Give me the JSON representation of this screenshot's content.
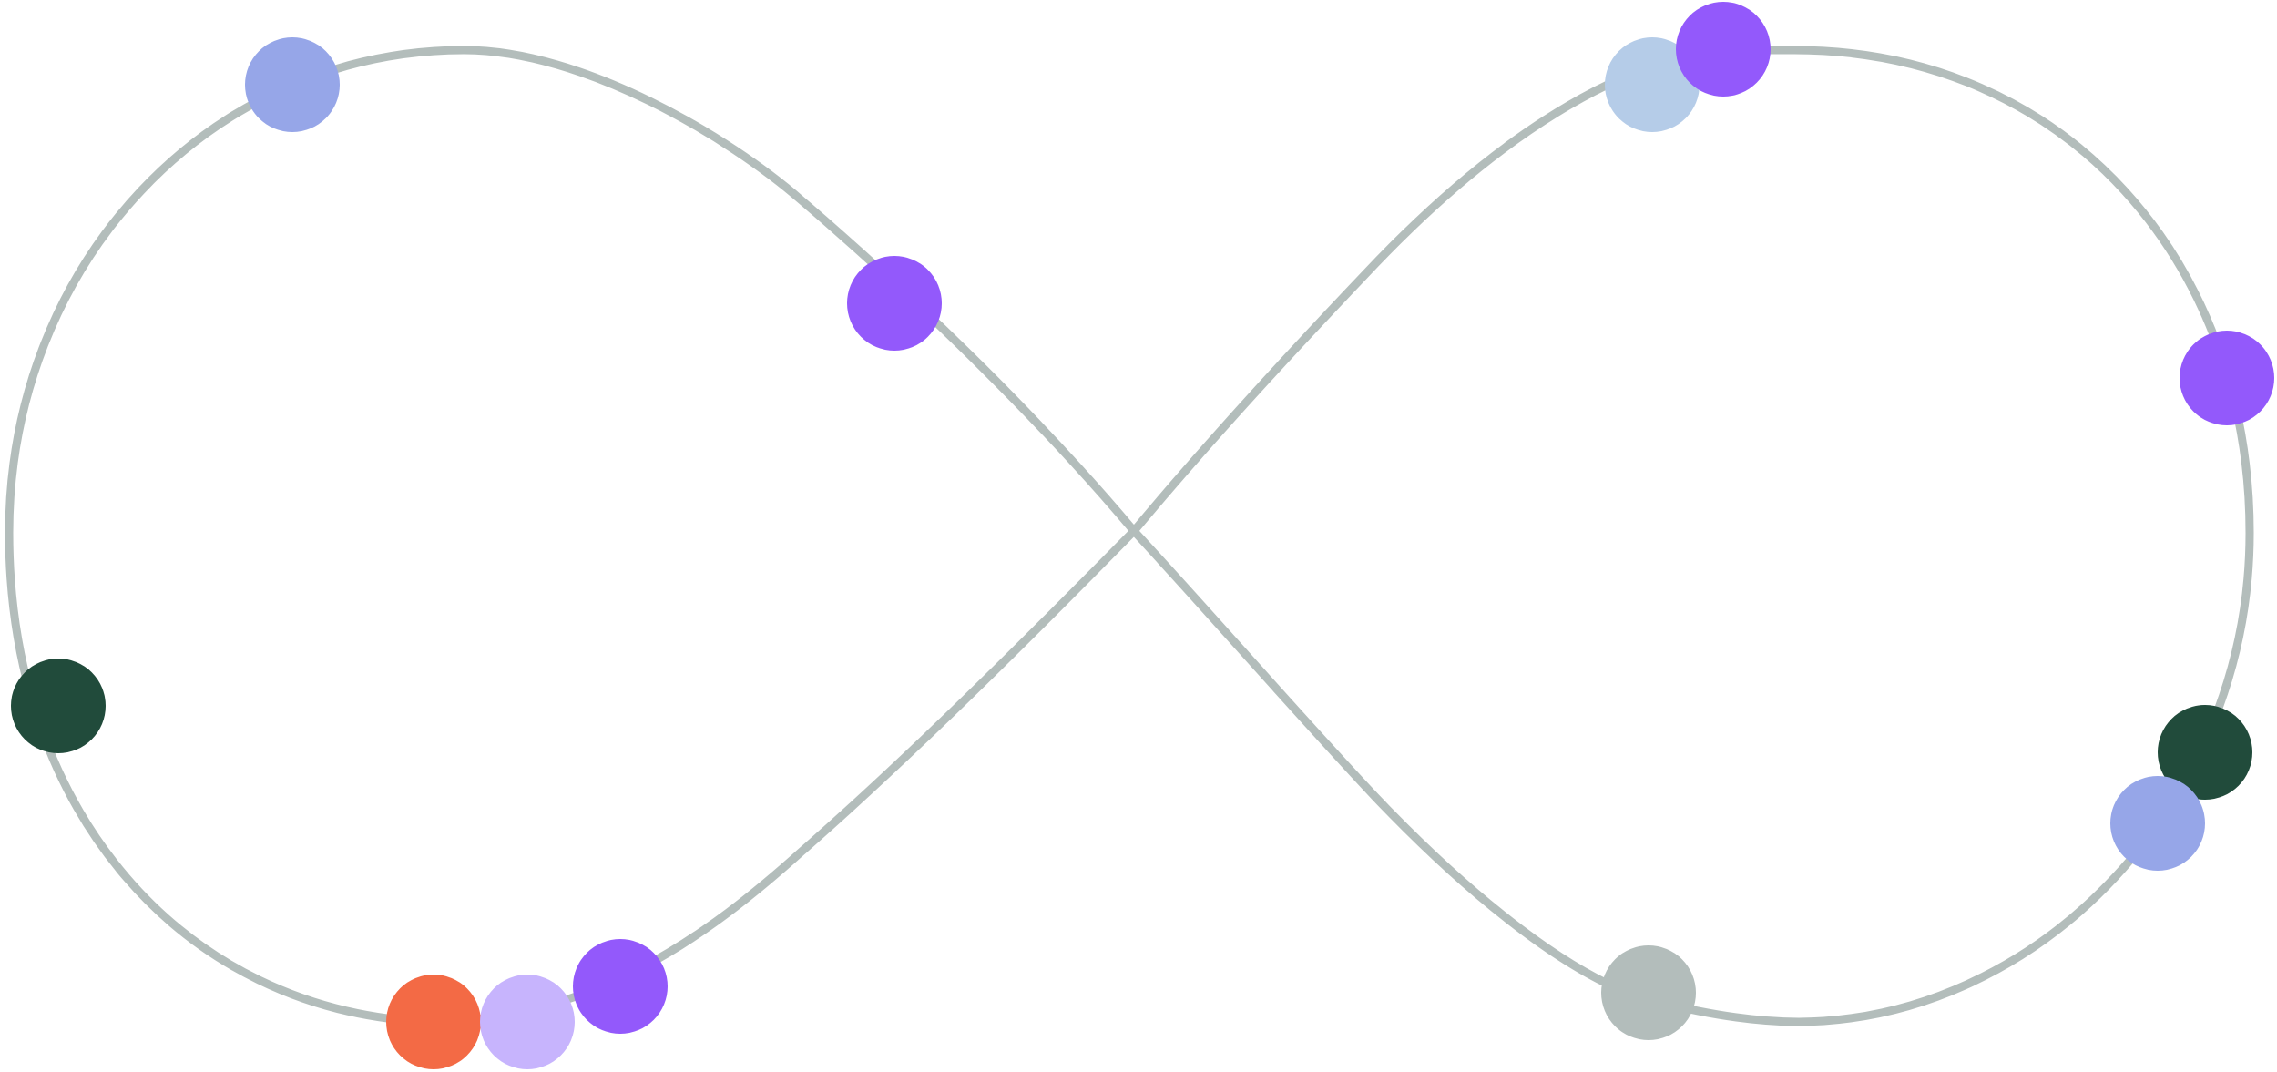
{
  "diagram": {
    "kind": "infinity-loop",
    "path_color": "#b3bdbb",
    "background": "#ffffff",
    "dot_palette": {
      "periwinkle": "#96a6e8",
      "purple": "#9359fb",
      "light-blue": "#b5cce8",
      "dark-green": "#214b3b",
      "orange": "#f36a45",
      "lavender": "#c7b4fd",
      "gray": "#b3bdbb"
    },
    "dots": [
      {
        "id": "dot-1",
        "color": "periwinkle"
      },
      {
        "id": "dot-2",
        "color": "purple"
      },
      {
        "id": "dot-3",
        "color": "light-blue"
      },
      {
        "id": "dot-4",
        "color": "purple"
      },
      {
        "id": "dot-5",
        "color": "purple"
      },
      {
        "id": "dot-6",
        "color": "dark-green"
      },
      {
        "id": "dot-7",
        "color": "periwinkle"
      },
      {
        "id": "dot-8",
        "color": "gray"
      },
      {
        "id": "dot-9",
        "color": "dark-green"
      },
      {
        "id": "dot-10",
        "color": "orange"
      },
      {
        "id": "dot-11",
        "color": "lavender"
      },
      {
        "id": "dot-12",
        "color": "purple"
      }
    ]
  }
}
